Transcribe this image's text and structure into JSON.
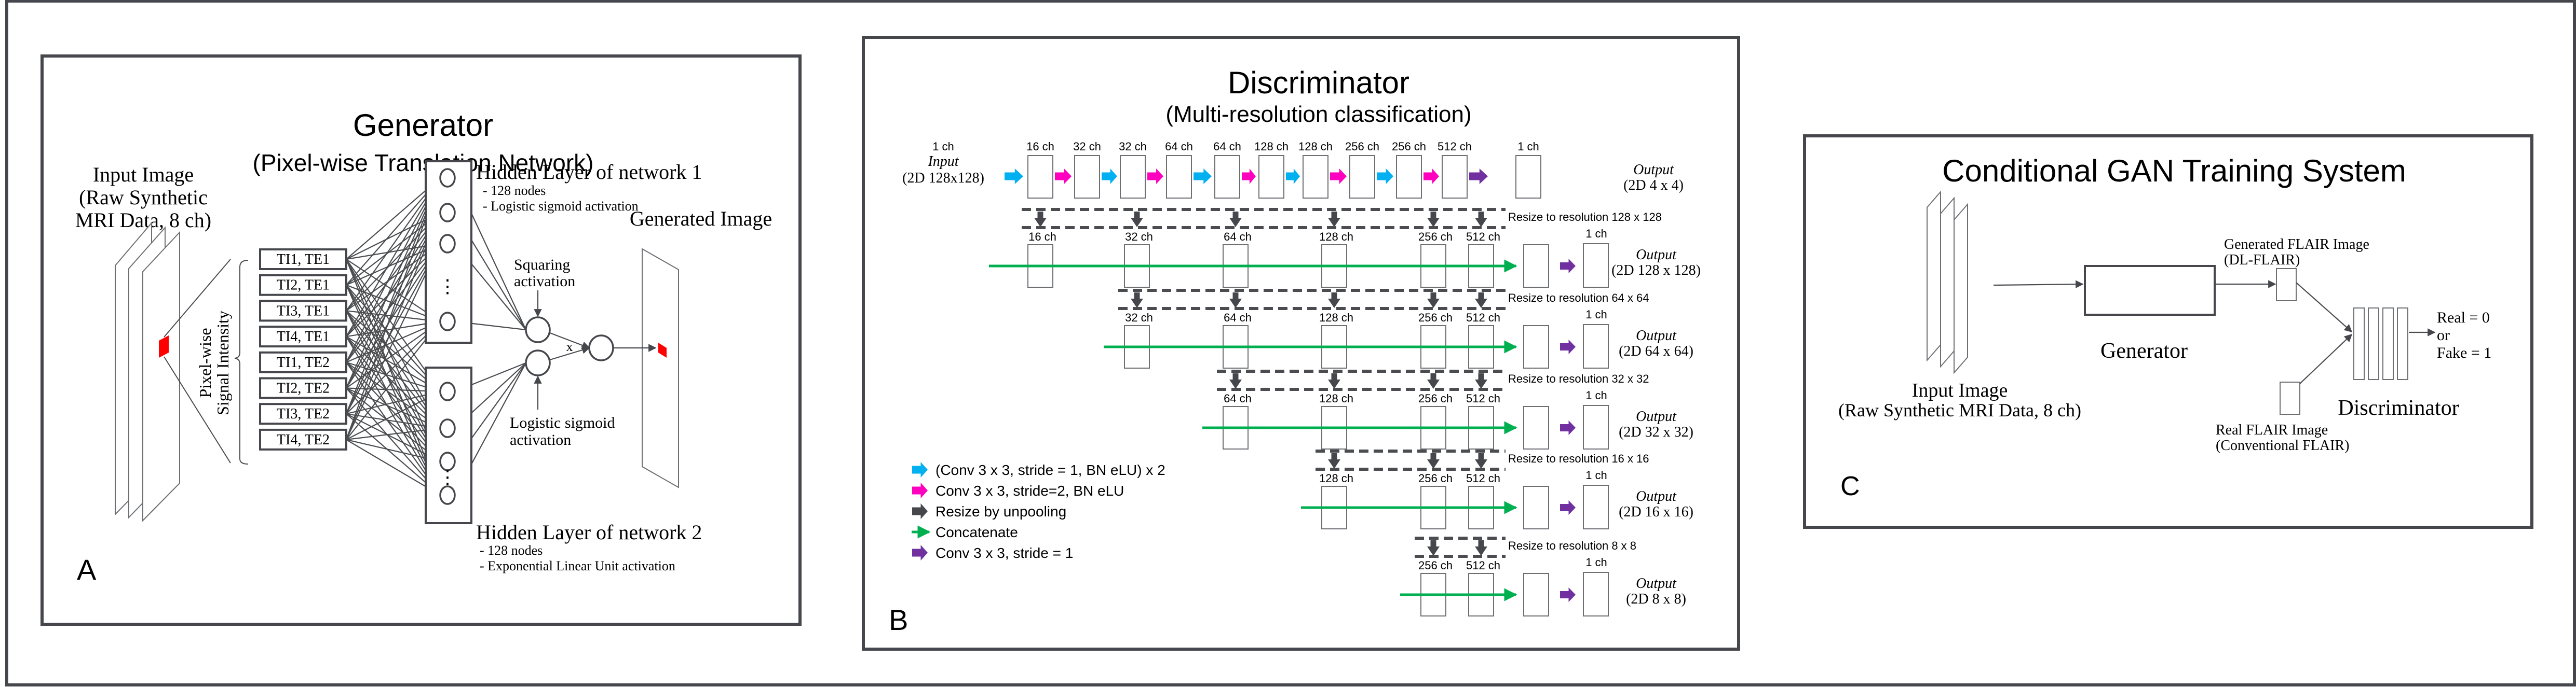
{
  "panelA": {
    "label": "A",
    "title": "Generator",
    "subtitle": "(Pixel-wise Translation Network)",
    "input_label": [
      "Input Image",
      "(Raw Synthetic",
      "MRI Data, 8 ch)"
    ],
    "signal_label": [
      "Pixel-wise",
      "Signal Intensity"
    ],
    "inputs": [
      "TI1, TE1",
      "TI2, TE1",
      "TI3, TE1",
      "TI4, TE1",
      "TI1, TE2",
      "TI2, TE2",
      "TI3, TE2",
      "TI4, TE2"
    ],
    "hidden1": {
      "title": "Hidden Layer of network 1",
      "bullets": [
        "128 nodes",
        "Logistic sigmoid activation"
      ]
    },
    "hidden2": {
      "title": "Hidden Layer of network 2",
      "bullets": [
        "128 nodes",
        "Exponential Linear Unit activation"
      ]
    },
    "squaring": [
      "Squaring",
      "activation"
    ],
    "logistic": [
      "Logistic sigmoid",
      "activation"
    ],
    "multiply": "x",
    "ellipsis": "⋮",
    "generated_label": "Generated Image",
    "pixel_color": "#ff0000"
  },
  "panelB": {
    "label": "B",
    "title": "Discriminator",
    "subtitle": "(Multi-resolution classification)",
    "input_ch": "1 ch",
    "input_label": "Input",
    "input_size": "(2D 128x128)",
    "row1_channels": [
      "16 ch",
      "32 ch",
      "32 ch",
      "64 ch",
      "64 ch",
      "128 ch",
      "128 ch",
      "256 ch",
      "256 ch",
      "512 ch",
      "1 ch"
    ],
    "row1_arrows": [
      "conv1",
      "conv2",
      "conv1",
      "conv2",
      "conv1",
      "conv2",
      "conv1",
      "conv2",
      "conv1",
      "conv2",
      "conv_out"
    ],
    "output_label": "Output",
    "row1_output": "(2D 4 x 4)",
    "scales": [
      {
        "resize": "Resize to resolution 128 x 128",
        "channels": [
          "16 ch",
          "32 ch",
          "64 ch",
          "128 ch",
          "256 ch",
          "512 ch"
        ],
        "out_ch": "1 ch",
        "output": "(2D 128 x 128)"
      },
      {
        "resize": "Resize to resolution 64 x 64",
        "channels": [
          "32 ch",
          "64 ch",
          "128 ch",
          "256 ch",
          "512 ch"
        ],
        "out_ch": "1 ch",
        "output": "(2D 64 x 64)"
      },
      {
        "resize": "Resize to resolution 32 x 32",
        "channels": [
          "64 ch",
          "128 ch",
          "256 ch",
          "512 ch"
        ],
        "out_ch": "1 ch",
        "output": "(2D 32 x 32)"
      },
      {
        "resize": "Resize to resolution 16 x 16",
        "channels": [
          "128 ch",
          "256 ch",
          "512 ch"
        ],
        "out_ch": "1 ch",
        "output": "(2D 16 x 16)"
      },
      {
        "resize": "Resize to resolution 8 x 8",
        "channels": [
          "256 ch",
          "512 ch"
        ],
        "out_ch": "1 ch",
        "output": "(2D 8 x 8)"
      }
    ],
    "legend": [
      {
        "key": "conv1",
        "label": "(Conv 3 x 3, stride = 1, BN eLU) x 2"
      },
      {
        "key": "conv2",
        "label": "Conv 3 x 3, stride=2, BN eLU"
      },
      {
        "key": "resize",
        "label": "Resize by unpooling"
      },
      {
        "key": "concat",
        "label": "Concatenate"
      },
      {
        "key": "conv_out",
        "label": "Conv 3 x 3, stride = 1"
      }
    ],
    "colors": {
      "conv1": "#00b0f0",
      "conv2": "#ff00bf",
      "resize": "#45474c",
      "concat": "#00b050",
      "conv_out": "#7030a0"
    }
  },
  "panelC": {
    "label": "C",
    "title": "Conditional GAN Training System",
    "input_label": [
      "Input Image",
      "(Raw Synthetic MRI Data, 8 ch)"
    ],
    "generator_label": "Generator",
    "generated_label": [
      "Generated FLAIR Image",
      "(DL-FLAIR)"
    ],
    "real_label": [
      "Real FLAIR Image",
      "(Conventional FLAIR)"
    ],
    "discriminator_label": "Discriminator",
    "result": [
      "Real = 0",
      "or",
      "Fake = 1"
    ]
  }
}
